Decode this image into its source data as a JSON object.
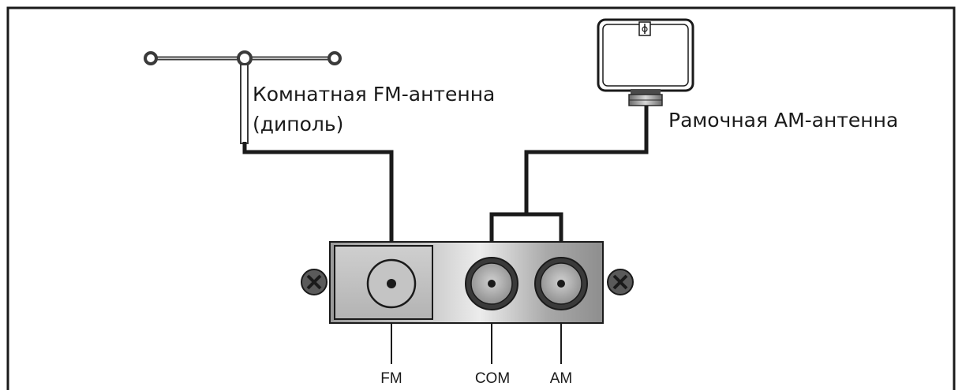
{
  "fm_antenna": {
    "label_line1": "Комнатная FM-антенна",
    "label_line2": "(диполь)"
  },
  "am_antenna": {
    "label": "Рамочная АМ-антенна"
  },
  "terminals": {
    "fm": "FM",
    "com": "COM",
    "am": "AM"
  },
  "colors": {
    "wire": "#1a1a1a",
    "frame": "#1a1a1a",
    "panel": "#b0b0b0",
    "screw": "#5a5a5a"
  }
}
